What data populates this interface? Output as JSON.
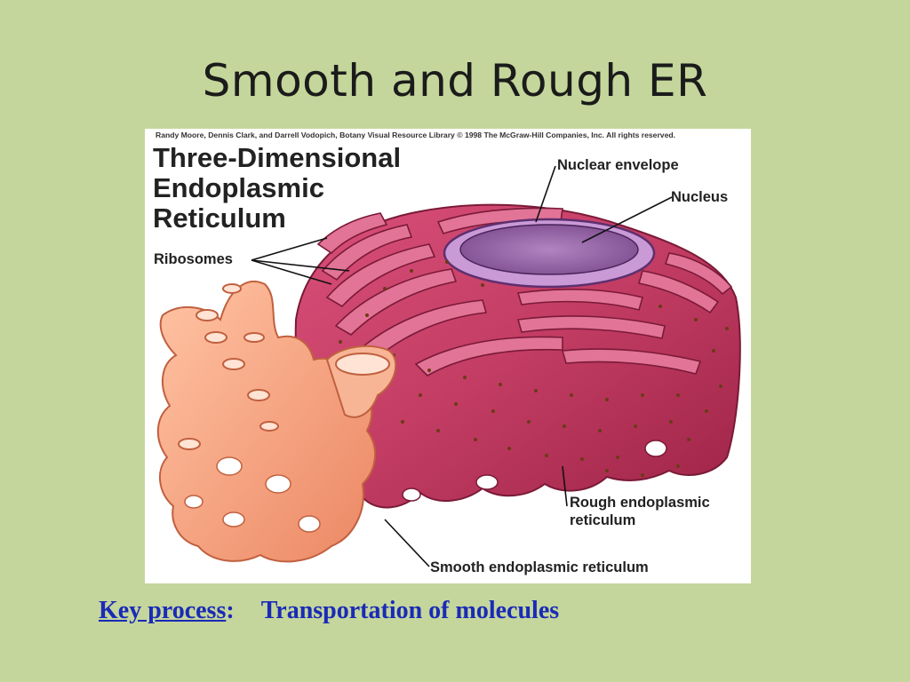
{
  "slide": {
    "title": "Smooth and Rough ER"
  },
  "figure": {
    "credit": "Randy Moore, Dennis Clark, and Darrell Vodopich, Botany Visual Resource Library © 1998 The McGraw-Hill Companies, Inc. All rights reserved.",
    "heading_lines": [
      "Three-Dimensional",
      "Endoplasmic",
      "Reticulum"
    ],
    "labels": {
      "ribosomes": "Ribosomes",
      "nuclear_envelope": "Nuclear envelope",
      "nucleus": "Nucleus",
      "rough_er_line1": "Rough endoplasmic",
      "rough_er_line2": "reticulum",
      "smooth_er": "Smooth endoplasmic reticulum"
    },
    "colors": {
      "rough_er": "#b8325a",
      "smooth_er": "#f3a27f",
      "nucleus": "#8e5a9c",
      "ribosome": "#6b3a16"
    }
  },
  "caption": {
    "key": "Key process",
    "colon": ":",
    "value": "Transportation of molecules"
  }
}
